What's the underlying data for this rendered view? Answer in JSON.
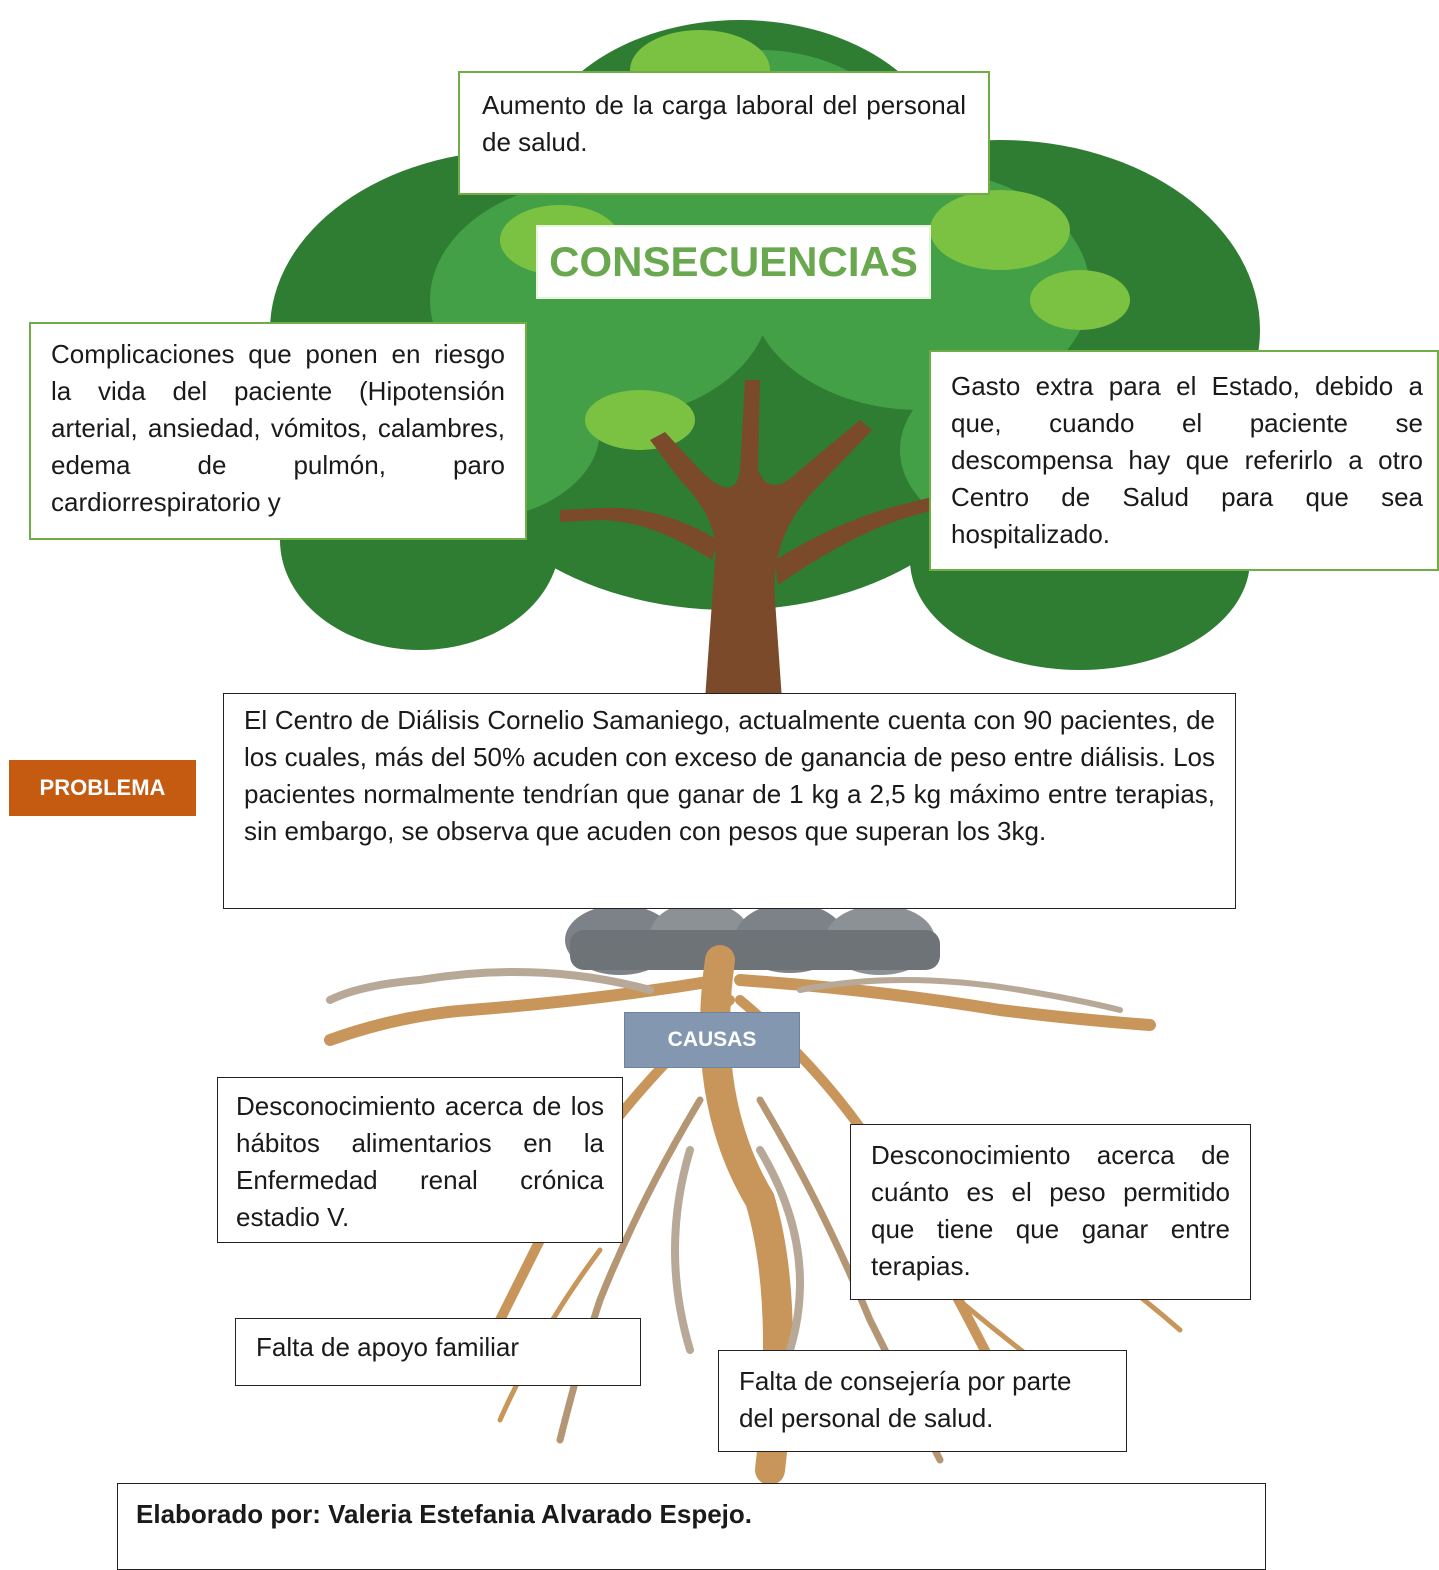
{
  "labels": {
    "consecuencias": "CONSECUENCIAS",
    "problema": "PROBLEMA",
    "causas": "CAUSAS"
  },
  "consequences": {
    "top": "Aumento de la carga laboral del personal de salud.",
    "left": "Complicaciones que ponen en riesgo la vida del paciente (Hipotensión arterial, ansiedad, vómitos, calambres, edema de pulmón, paro cardiorrespiratorio y",
    "right": "Gasto extra para el Estado, debido a que, cuando el paciente se descompensa hay que referirlo a otro Centro de Salud para que sea hospitalizado."
  },
  "problem": "El Centro de Diálisis Cornelio Samaniego, actualmente cuenta con 90 pacientes, de los cuales, más del 50% acuden con exceso de ganancia de peso entre diálisis. Los pacientes normalmente tendrían que ganar de 1 kg a 2,5 kg máximo entre terapias, sin embargo, se observa que acuden con pesos que superan los 3kg.",
  "causes": {
    "c1": "Desconocimiento acerca de los hábitos alimentarios en la Enfermedad renal crónica estadio V.",
    "c2": "Desconocimiento acerca de cuánto es el peso permitido que tiene que ganar entre terapias.",
    "c3": "Falta de apoyo familiar",
    "c4": "Falta de consejería por parte del personal de salud."
  },
  "author": "Elaborado por: Valeria Estefania Alvarado Espejo.",
  "colors": {
    "canopy_dark": "#2e7d32",
    "canopy_mid": "#43a047",
    "canopy_light": "#7cc242",
    "trunk": "#7a4a2a",
    "roots": "#c8955a",
    "rocks": "#7d8288",
    "consecuencias_text": "#6aa84f",
    "problema_bg": "#c55a11",
    "causas_bg": "#8497b0"
  }
}
